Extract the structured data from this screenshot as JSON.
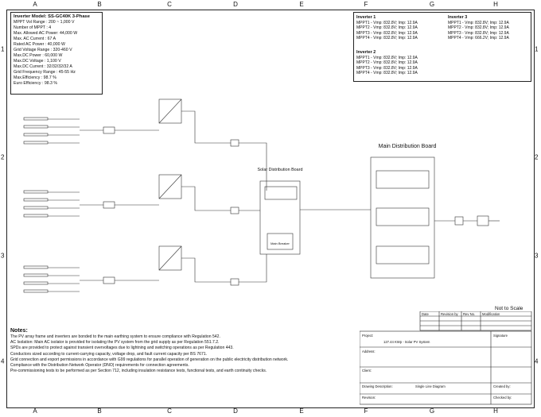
{
  "grid": {
    "columns": [
      "A",
      "B",
      "C",
      "D",
      "E",
      "F",
      "G",
      "H"
    ],
    "rows": [
      "1",
      "2",
      "3",
      "4"
    ]
  },
  "spec": {
    "title": "Inverter Model: SS-GC40K 3-Phase",
    "lines": [
      "MPPT Vol Range : 200 ~ 1,000 V",
      "Number of MPPT : 4",
      "Max. Allowed AC Power: 44,000 W",
      "Max. AC Current : 67 A",
      "Rated AC Power : 40,000 W",
      "Grid Voltage Range : 320-460 V",
      "Max.DC Power : 60,000 W",
      "Max.DC Voltage : 1,100 V",
      "Max.DC Current : 32/32/32/32 A",
      "Grid Frequency Range : 45-55 Hz",
      "Max.Efficiency : 98.7 %",
      "Euro Efficiency : 98.3 %"
    ]
  },
  "inverters": {
    "inv1": {
      "title": "Inverter 1",
      "lines": [
        "MPPT1 - Vmp: 832.8V; Imp: 12.9A",
        "MPPT2 - Vmp: 832.8V; Imp: 12.9A",
        "MPPT3 - Vmp: 832.8V; Imp: 12.9A",
        "MPPT4 - Vmp: 832.8V; Imp: 12.9A"
      ]
    },
    "inv2": {
      "title": "Inverter 2",
      "lines": [
        "MPPT1 - Vmp: 832.8V; Imp: 12.9A",
        "MPPT2 - Vmp: 832.8V; Imp: 12.9A",
        "MPPT3 - Vmp: 832.8V; Imp: 12.9A",
        "MPPT4 - Vmp: 832.8V; Imp: 12.9A"
      ]
    },
    "inv3": {
      "title": "Inverter 3",
      "lines": [
        "MPPT1 - Vmp: 832.8V; Imp: 12.9A",
        "MPPT2 - Vmp: 832.8V; Imp: 12.9A",
        "MPPT3 - Vmp: 832.8V; Imp: 12.9A",
        "MPPT4 - Vmp: 666.2V; Imp: 12.9A"
      ]
    }
  },
  "diagram": {
    "solar_board": "Solar Distribution Board",
    "main_board": "Main Distribution Board",
    "main_breaker": "Main Breaker",
    "not_to_scale": "Not to Scale"
  },
  "notes": {
    "title": "Notes:",
    "lines": [
      "The PV array frame and inverters are bonded to the main earthing system to ensure compliance with Regulation 542.",
      "AC Isolation: Main AC isolator is provided for isolating the PV system from the grid supply as per Regulation 551.7.2.",
      "SPDs are provided to protect against transient overvoltages due to lightning and switching operations as per Regulation 443.",
      "Conductors sized according to current-carrying capacity, voltage drop, and fault current capacity per BS 7671.",
      "Grid connection and export permissions in accordance with G99 regulations for parallel operation of generation on the public electricity distribution network.",
      "Compliance with the Distribution Network Operator (DNO) requirements for connection agreements.",
      "Pre-commissioning tests to be performed as per Section 712, including insulation resistance tests, functional tests, and earth continuity checks."
    ]
  },
  "title_block": {
    "headers": [
      "Date",
      "Revision by",
      "Rev No.",
      "Modification"
    ],
    "project_label": "Project:",
    "project_value": "127.44 KWp - Solar PV System",
    "address_label": "Address:",
    "signature_label": "Signature",
    "client_label": "Client:",
    "drawing_desc_label": "Drawing Description:",
    "drawing_desc_value": "Single Line Diagram",
    "created_by_label": "Created by:",
    "revision_label": "Revision:",
    "checked_by_label": "Checked by:"
  }
}
